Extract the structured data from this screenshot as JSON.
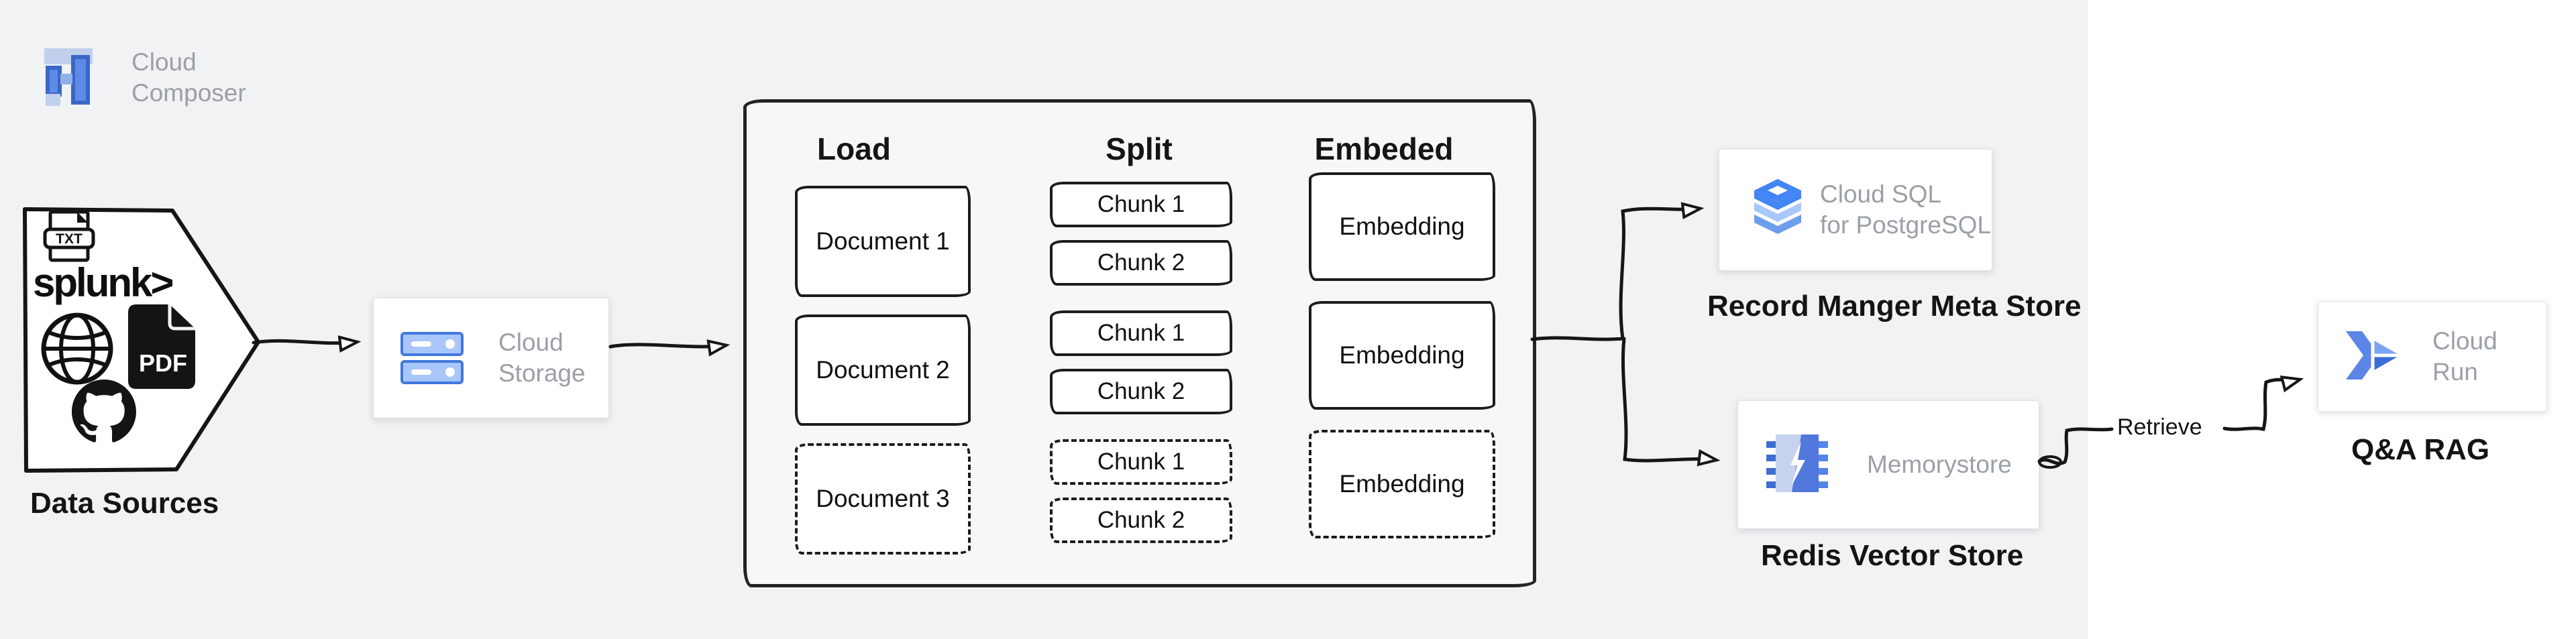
{
  "cloud_composer": {
    "line1": "Cloud",
    "line2": "Composer"
  },
  "data_sources": {
    "caption": "Data Sources",
    "splunk": "splunk>",
    "txt": "TXT",
    "pdf": "PDF"
  },
  "cloud_storage": {
    "line1": "Cloud",
    "line2": "Storage"
  },
  "pipeline": {
    "headers": {
      "load": "Load",
      "split": "Split",
      "embed": "Embeded"
    },
    "rows": [
      {
        "document": "Document 1",
        "chunk1": "Chunk 1",
        "chunk2": "Chunk 2",
        "embedding": "Embedding",
        "style": "solid"
      },
      {
        "document": "Document 2",
        "chunk1": "Chunk 1",
        "chunk2": "Chunk 2",
        "embedding": "Embedding",
        "style": "solid"
      },
      {
        "document": "Document 3",
        "chunk1": "Chunk 1",
        "chunk2": "Chunk 2",
        "embedding": "Embedding",
        "style": "dashed"
      }
    ]
  },
  "cloud_sql": {
    "line1": "Cloud SQL",
    "line2": "for PostgreSQL",
    "caption": "Record Manger Meta Store"
  },
  "memorystore": {
    "label": "Memorystore",
    "caption": "Redis Vector Store"
  },
  "cloud_run": {
    "label": "Cloud Run",
    "caption": "Q&A RAG"
  },
  "edges": {
    "retrieve_label": "Retrieve"
  },
  "colors": {
    "canvas": "#f1f2f3",
    "right_panel": "#ffffff",
    "ink": "#1c1c1c",
    "muted_text": "#9aa0a6",
    "gcp_blue": "#4285f4",
    "gcp_blue_mid": "#6d9eeb",
    "gcp_blue_light": "#a8c7fa",
    "gcp_periwinkle": "#c2cfec"
  }
}
